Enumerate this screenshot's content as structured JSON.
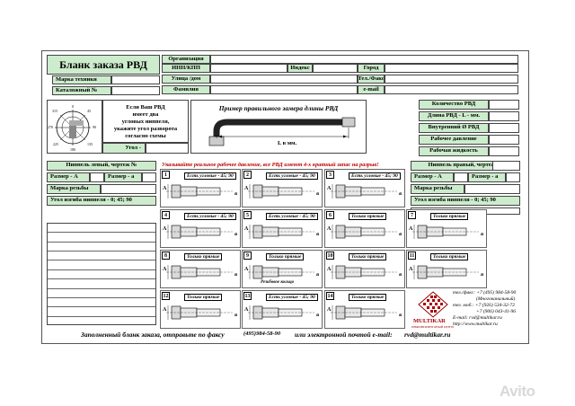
{
  "header": {
    "title": "Бланк заказа РВД",
    "org_label": "Организация",
    "inn_label": "ИНН/КПП",
    "index_label": "Индекс",
    "city_label": "Город",
    "brand_label": "Марка техники",
    "street_label": "Улица /дом",
    "phone_label": "Тел./Факс",
    "catalog_label": "Каталожный №",
    "surname_label": "Фамилия",
    "email_label": "e-mail"
  },
  "angle_box": {
    "text_lines": [
      "Если Ваш РВД",
      "имеет два",
      "угловых ниппеля,",
      "укажите угол разворота",
      "согласно схемы"
    ],
    "angle_label": "Угол -",
    "dial_labels": [
      "0",
      "45",
      "90",
      "135",
      "180",
      "225",
      "270",
      "315"
    ]
  },
  "measure": {
    "title": "Пример правильного замера длины РВД",
    "length_label": "L в мм."
  },
  "right_fields": {
    "qty": "Количество РВД",
    "length": "Длина РВД - L - мм.",
    "inner_d": "Внутренний Ø РВД",
    "pressure": "Рабочее давление",
    "fluid": "Рабочая жидкость"
  },
  "left_fitting": {
    "title": "Ниппель левый, чертеж №",
    "size_a": "Размер - А",
    "size_a2": "Размер - а",
    "thread": "Марка резьбы",
    "angle": "Угол изгиба ниппеля - 0; 45; 90"
  },
  "right_fitting": {
    "title": "Ниппель правый, чертеж №",
    "size_a": "Размер - А",
    "size_a2": "Размер - а",
    "thread": "Марка резьбы",
    "angle": "Угол изгиба ниппеля - 0; 45; 90"
  },
  "warning": "Указывайте реальное рабочее давление, все РВД имеют 4-х кратный запас на разрыв!",
  "tiles": [
    {
      "num": "1",
      "label": "Есть угловые - 45; 90"
    },
    {
      "num": "2",
      "label": "Есть угловые - 45; 90"
    },
    {
      "num": "3",
      "label": "Есть угловые - 45; 90"
    },
    {
      "num": "4",
      "label": "Есть угловые - 45; 90"
    },
    {
      "num": "5",
      "label": "Есть угловые - 45; 90"
    },
    {
      "num": "6",
      "label": "Только прямые"
    },
    {
      "num": "7",
      "label": "Только прямые"
    },
    {
      "num": "8",
      "label": "Только прямые"
    },
    {
      "num": "9",
      "label": "Только прямые"
    },
    {
      "num": "10",
      "label": "Только прямые"
    },
    {
      "num": "11",
      "label": "Только прямые"
    },
    {
      "num": "12",
      "label": "Только прямые"
    },
    {
      "num": "13",
      "label": "Есть угловые - 45; 90"
    },
    {
      "num": "14",
      "label": "Только прямые"
    }
  ],
  "tile9_extra": "Резьбовое кольцо",
  "letters": {
    "big": "A",
    "small": "a"
  },
  "logo": {
    "name": "MULTIKAR",
    "subtitle": "ИНЖИНИРИНГОВЫЙ ЦЕНТР"
  },
  "contacts": [
    "тел./факс: +7 (495) 984-58-90",
    "(Многоканальный)",
    "тел. моб.: +7 (926) 534-32-72",
    "+7 (906) 043-41-96",
    "E-mail: rvd@multikar.ru",
    "http://www.multikar.ru"
  ],
  "footer": {
    "part1": "Заполненный бланк заказа, отправьте по факсу",
    "phone": "(495)984-58-90",
    "part2": "или электронной почтой e-mail:",
    "email": "rvd@multikar.ru"
  },
  "watermark": "Avito",
  "colors": {
    "green": "#cdeccd",
    "warning_red": "#c00000"
  }
}
